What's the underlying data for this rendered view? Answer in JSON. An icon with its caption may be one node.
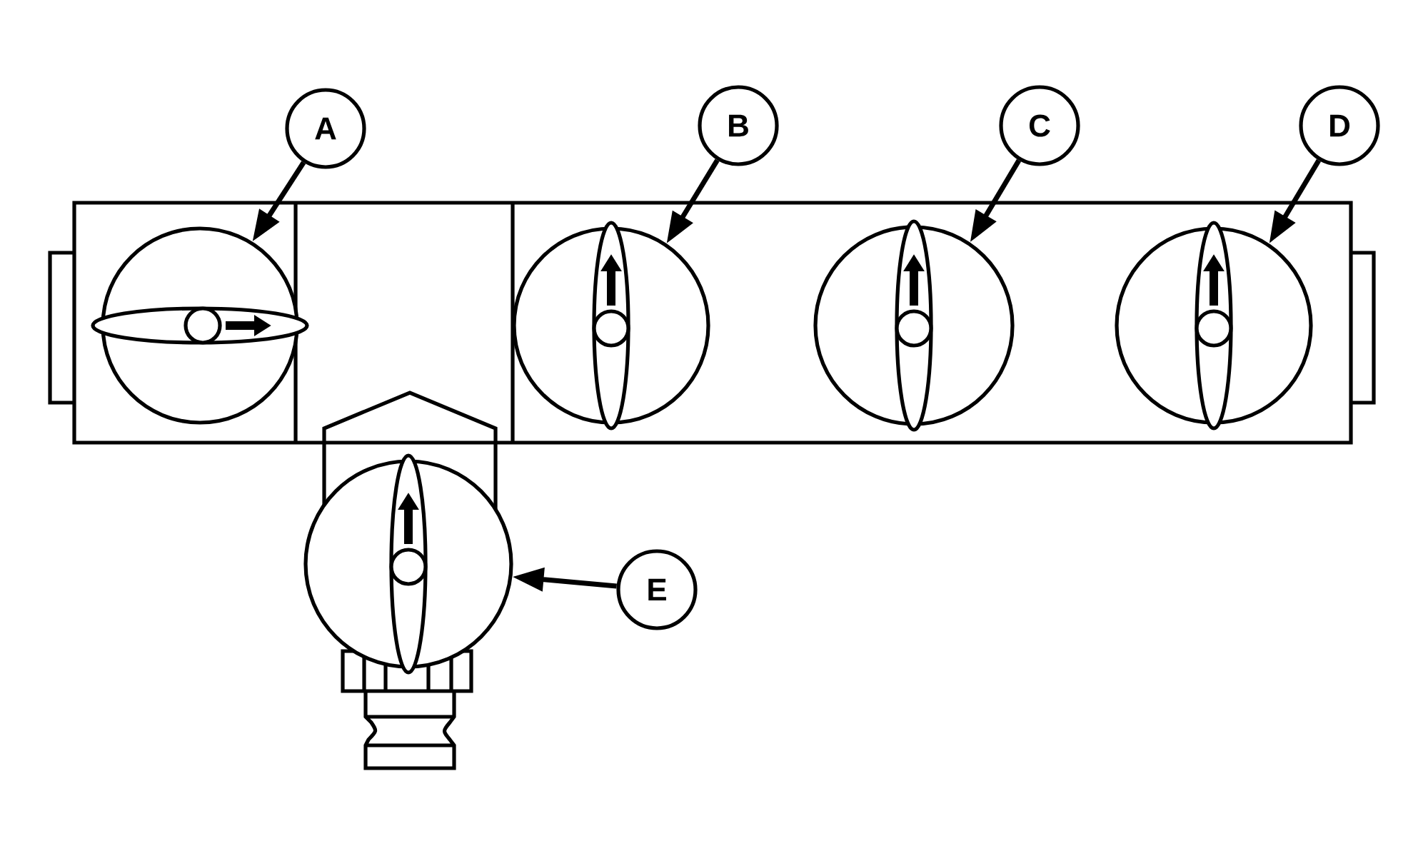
{
  "diagram": {
    "nodes": [
      {
        "text": [
          "A"
        ]
      },
      {
        "text": [
          "B"
        ]
      },
      {
        "text": [
          "C"
        ]
      },
      {
        "text": [
          "D"
        ]
      },
      {
        "text": [],
        "shape": "circle"
      },
      {
        "text": [],
        "shape": "circle"
      },
      {
        "text": [],
        "shape": "circle"
      },
      {
        "text": [],
        "shape": "circle"
      },
      {
        "text": [],
        "shape": "circle"
      },
      {
        "text": [
          "E"
        ]
      }
    ],
    "edges": [
      {
        "from": 0,
        "to": 4,
        "arrow": "to"
      },
      {
        "from": 1,
        "to": 5,
        "arrow": "to"
      },
      {
        "from": 2,
        "to": 6,
        "arrow": "to"
      },
      {
        "from": 3,
        "to": 7,
        "arrow": "to"
      },
      {
        "from": 9,
        "to": 8,
        "arrow": "to"
      }
    ]
  }
}
